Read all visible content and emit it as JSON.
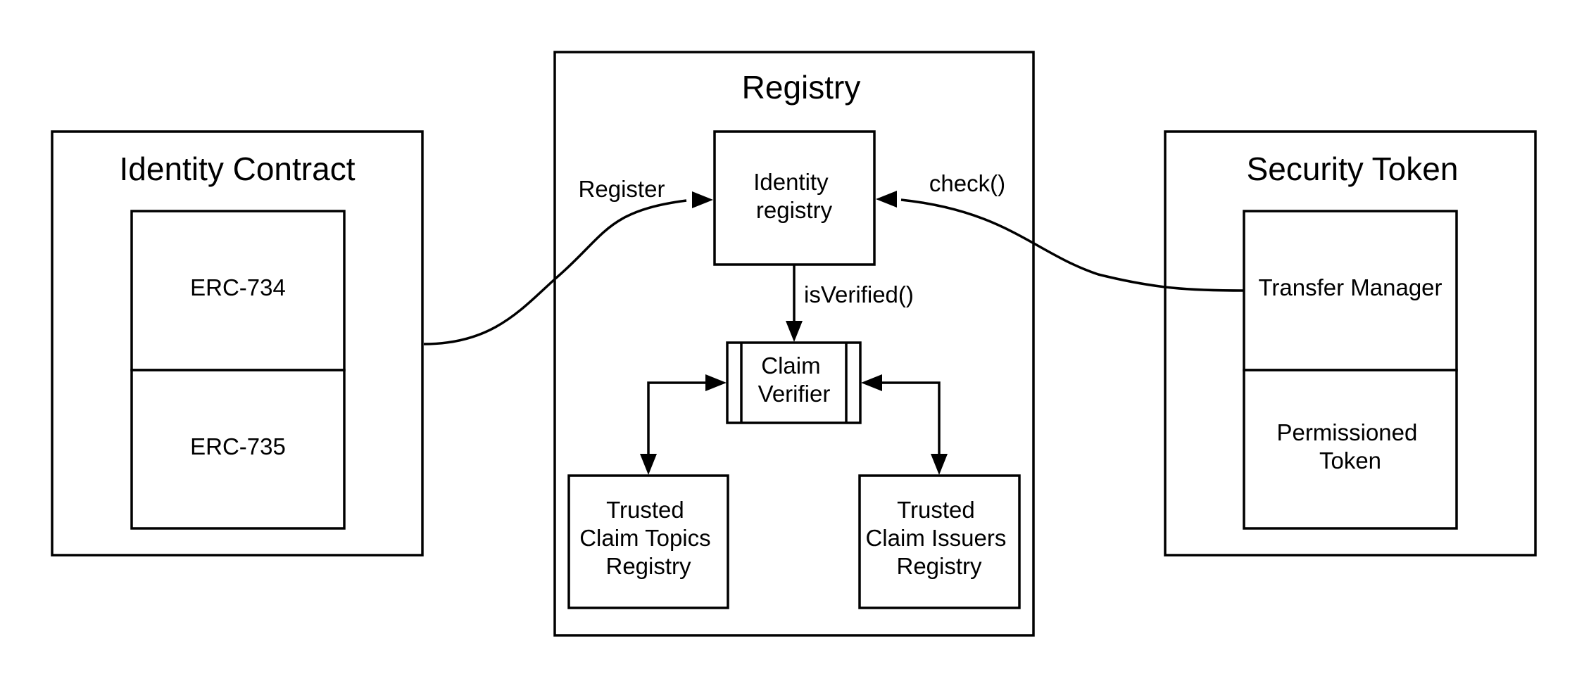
{
  "identity_contract": {
    "title": "Identity Contract",
    "erc734": "ERC-734",
    "erc735": "ERC-735"
  },
  "registry": {
    "title": "Registry",
    "identity_registry": [
      "Identity",
      "registry"
    ],
    "claim_verifier": [
      "Claim",
      "Verifier"
    ],
    "trusted_topics": [
      "Trusted",
      "Claim Topics",
      "Registry"
    ],
    "trusted_issuers": [
      "Trusted",
      "Claim Issuers",
      "Registry"
    ]
  },
  "security_token": {
    "title": "Security Token",
    "transfer_manager": "Transfer Manager",
    "permissioned_token": [
      "Permissioned",
      "Token"
    ]
  },
  "edges": {
    "register": "Register",
    "check": "check()",
    "is_verified": "isVerified()"
  }
}
